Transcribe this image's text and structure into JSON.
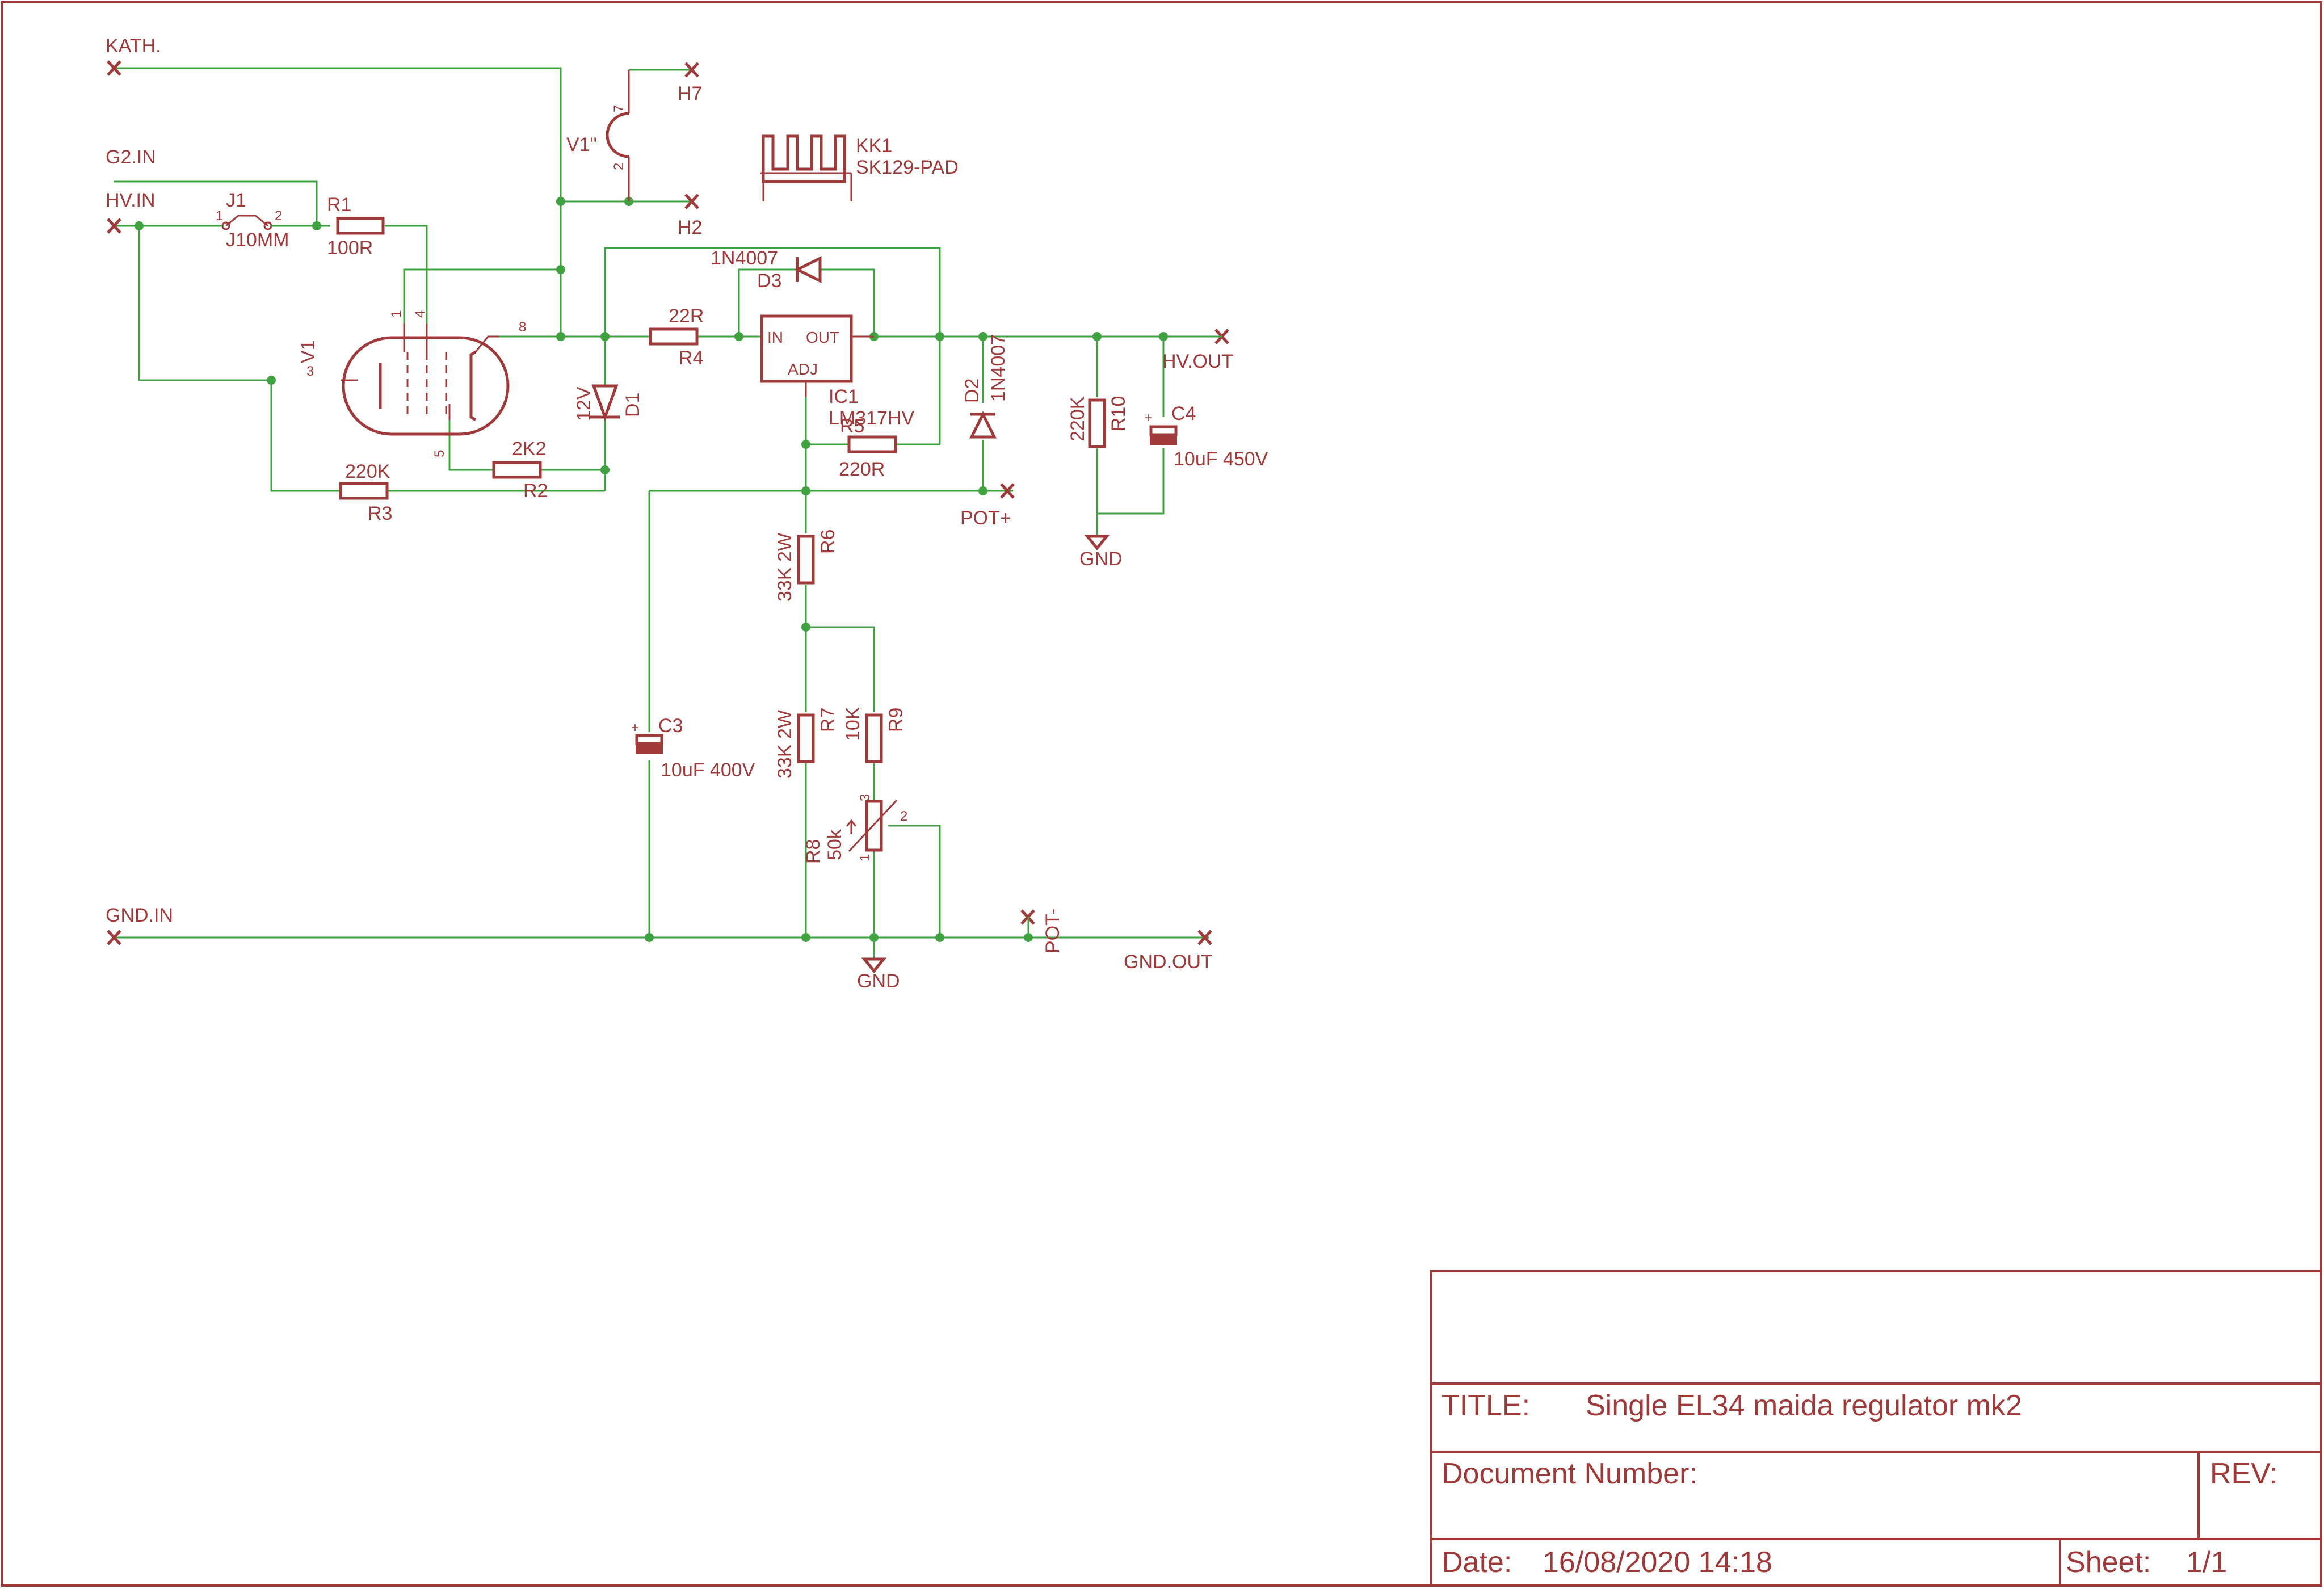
{
  "ports": {
    "kath": "KATH.",
    "g2_in": "G2.IN",
    "hv_in": "HV.IN",
    "gnd_in": "GND.IN",
    "h7": "H7",
    "h2": "H2",
    "hv_out": "HV.OUT",
    "pot_plus": "POT+",
    "pot_minus": "POT-",
    "gnd_out": "GND.OUT"
  },
  "parts": {
    "j1": {
      "name": "J1",
      "value": "J10MM",
      "pin1": "1",
      "pin2": "2"
    },
    "r1": {
      "name": "R1",
      "value": "100R"
    },
    "r2": {
      "name": "R2",
      "value": "2K2"
    },
    "r3": {
      "name": "R3",
      "value": "220K"
    },
    "r4": {
      "name": "R4",
      "value": "22R"
    },
    "r5": {
      "name": "R5",
      "value": "220R"
    },
    "r6": {
      "name": "R6",
      "value": "33K 2W"
    },
    "r7": {
      "name": "R7",
      "value": "33K 2W"
    },
    "r8": {
      "name": "R8",
      "value": "50k",
      "pin1": "1",
      "pin2": "2",
      "pin3": "3"
    },
    "r9": {
      "name": "R9",
      "value": "10K"
    },
    "r10": {
      "name": "R10",
      "value": "220K"
    },
    "c3": {
      "name": "C3",
      "value": "10uF 400V"
    },
    "c4": {
      "name": "C4",
      "value": "10uF 450V"
    },
    "d1": {
      "name": "D1",
      "value": "12V"
    },
    "d2": {
      "name": "D2",
      "value": "1N4007"
    },
    "d3": {
      "name": "D3",
      "value": "1N4007"
    },
    "ic1": {
      "name": "IC1",
      "value": "LM317HV",
      "pin_in": "IN",
      "pin_out": "OUT",
      "pin_adj": "ADJ"
    },
    "v1": {
      "name": "V1",
      "pin1": "1",
      "pin3": "3",
      "pin4": "4",
      "pin5": "5",
      "pin8": "8"
    },
    "v1h": {
      "name": "V1\"",
      "pin7": "7",
      "pin2": "2"
    },
    "kk1": {
      "name": "KK1",
      "value": "SK129-PAD"
    }
  },
  "gnd_labels": {
    "g1": "GND",
    "g2": "GND"
  },
  "title_block": {
    "title_label": "TITLE:",
    "title": "Single EL34 maida regulator mk2",
    "doc_number_label": "Document Number:",
    "rev_label": "REV:",
    "date_label": "Date:",
    "date": "16/08/2020 14:18",
    "sheet_label": "Sheet:",
    "sheet": "1/1"
  },
  "colors": {
    "symbol": "#a03a3a",
    "wire": "#3fa13f",
    "background": "#ffffff"
  }
}
